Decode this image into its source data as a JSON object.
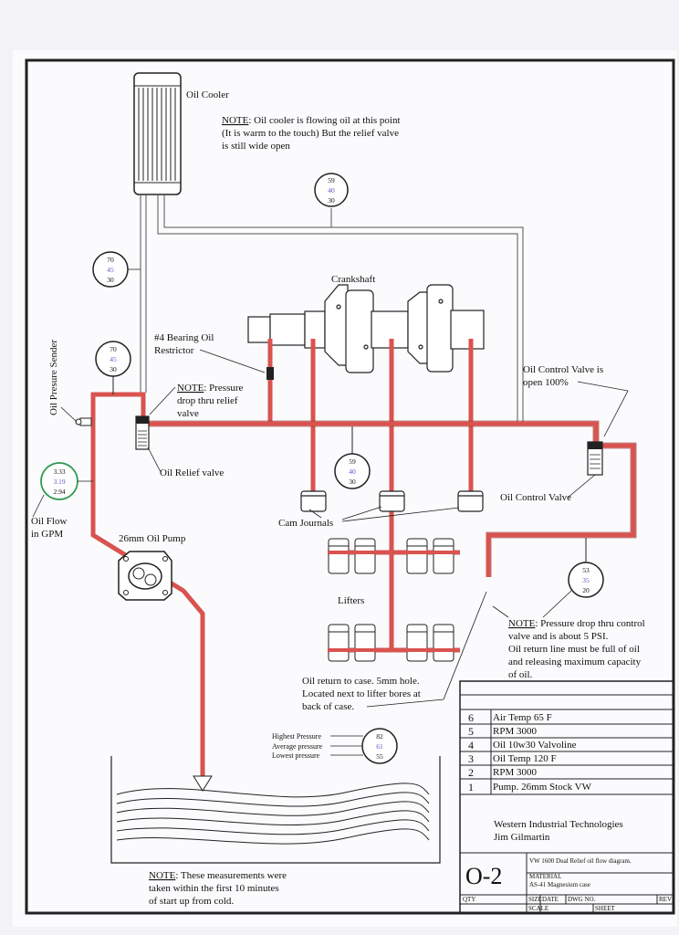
{
  "labels": {
    "oil_cooler": "Oil Cooler",
    "note_cooler_head": "NOTE",
    "note_cooler_l1": ": Oil cooler is flowing oil at this point",
    "note_cooler_l2": "(It is warm to the touch) But the relief valve",
    "note_cooler_l3": "is still wide open",
    "crankshaft": "Crankshaft",
    "bearing_restrictor_l1": "#4 Bearing Oil",
    "bearing_restrictor_l2": "Restrictor",
    "note_relief_head": "NOTE",
    "note_relief_l1": ": Pressure",
    "note_relief_l2": "drop thru relief",
    "note_relief_l3": "valve",
    "oil_pressure_sender": "Oil Presure Sender",
    "oil_relief_valve": "Oil Relief valve",
    "oil_flow_l1": "Oil Flow",
    "oil_flow_l2": "in GPM",
    "oil_pump": "26mm Oil Pump",
    "cam_journals": "Cam Journals",
    "lifters": "Lifters",
    "control_valve_open_l1": "Oil Control Valve is",
    "control_valve_open_l2": "open 100%",
    "oil_control_valve": "Oil Control Valve",
    "note_control_head": "NOTE",
    "note_control_l1": ": Pressure drop thru control",
    "note_control_l2": "valve and is about 5 PSI.",
    "note_control_l3": "Oil return line must be full of oil",
    "note_control_l4": "and releasing maximum capacity",
    "note_control_l5": "of oil.",
    "oil_return_l1": "Oil return to case. 5mm hole.",
    "oil_return_l2": "Located next to lifter bores at",
    "oil_return_l3": "back of case.",
    "legend_highest": "Highest Pressure",
    "legend_average": "Average pressure",
    "legend_lowest": "Lowest pressure",
    "note_bottom_head": "NOTE",
    "note_bottom_l1": ": These measurements were",
    "note_bottom_l2": "taken within the first 10 minutes",
    "note_bottom_l3": "of start up from cold."
  },
  "gauges": {
    "cooler": {
      "high": "59",
      "avg": "40",
      "low": "30"
    },
    "left_upper": {
      "high": "70",
      "avg": "45",
      "low": "30"
    },
    "left_lower": {
      "high": "70",
      "avg": "45",
      "low": "30"
    },
    "center": {
      "high": "59",
      "avg": "40",
      "low": "30"
    },
    "return": {
      "high": "53",
      "avg": "35",
      "low": "20"
    },
    "flow": {
      "high": "3.33",
      "avg": "3.19",
      "low": "2.94"
    },
    "legend": {
      "high": "82",
      "avg": "61",
      "low": "55"
    }
  },
  "conditions": [
    {
      "num": "6",
      "text": "Air Temp 65 F"
    },
    {
      "num": "5",
      "text": "RPM 3000"
    },
    {
      "num": "4",
      "text": "Oil 10w30 Valvoline"
    },
    {
      "num": "3",
      "text": "Oil Temp 120 F"
    },
    {
      "num": "2",
      "text": "RPM 3000"
    },
    {
      "num": "1",
      "text": "Pump. 26mm Stock VW"
    }
  ],
  "title_block": {
    "company": "Western Industrial Technologies",
    "author": "Jim Gilmartin",
    "drawing_number": "O-2",
    "description": "VW 1600 Dual Relief oil flow diagram.",
    "material_label": "MATERIAL",
    "material": "AS-41 Magnesium case",
    "cell_qty": "QTY",
    "cell_size": "SIZE",
    "cell_date": "DATE",
    "cell_dwg": "DWG NO.",
    "cell_rev": "REV",
    "cell_scale": "SCALE",
    "cell_sheet": "SHEET"
  },
  "colors": {
    "oil_line": "#d9534f",
    "flow_gauge": "#2e9b4e",
    "average_reading": "#5757c2"
  }
}
